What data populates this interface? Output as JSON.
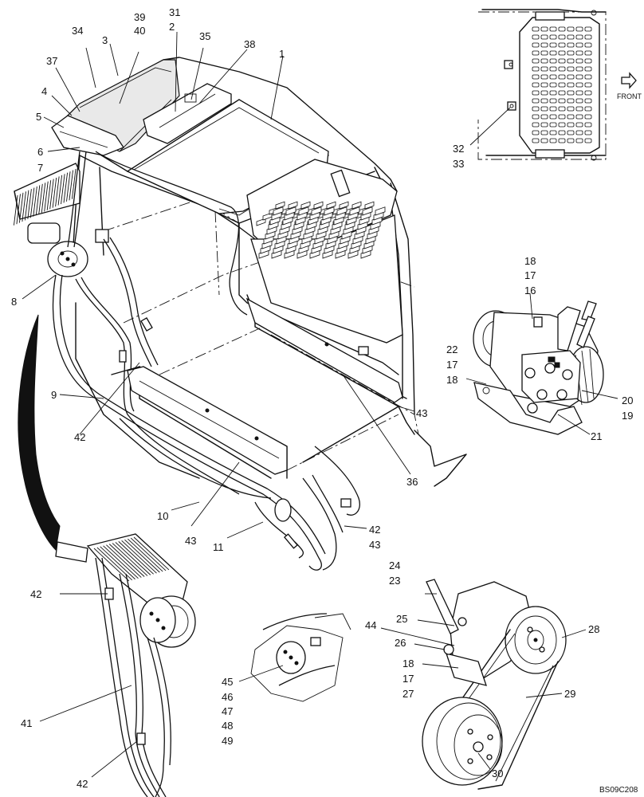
{
  "diagram": {
    "drawing_code": "BS09C208",
    "direction_label": "FRONT",
    "callouts": {
      "c1": "1",
      "c2": "2",
      "c3": "3",
      "c4": "4",
      "c5": "5",
      "c6": "6",
      "c7": "7",
      "c8": "8",
      "c9": "9",
      "c10": "10",
      "c11": "11",
      "c16": "16",
      "c17a": "17",
      "c17b": "17",
      "c17c": "17",
      "c18a": "18",
      "c18b": "18",
      "c18c": "18",
      "c19": "19",
      "c20": "20",
      "c21": "21",
      "c22": "22",
      "c23": "23",
      "c24": "24",
      "c25": "25",
      "c26": "26",
      "c27": "27",
      "c28": "28",
      "c29": "29",
      "c30": "30",
      "c31": "31",
      "c32": "32",
      "c33": "33",
      "c34": "34",
      "c35": "35",
      "c36": "36",
      "c37": "37",
      "c38": "38",
      "c39": "39",
      "c40": "40",
      "c41": "41",
      "c42a": "42",
      "c42b": "42",
      "c42c": "42",
      "c42d": "42",
      "c43a": "43",
      "c43b": "43",
      "c43c": "43",
      "c44": "44",
      "c45": "45",
      "c46": "46",
      "c47": "47",
      "c48": "48",
      "c49": "49"
    }
  }
}
